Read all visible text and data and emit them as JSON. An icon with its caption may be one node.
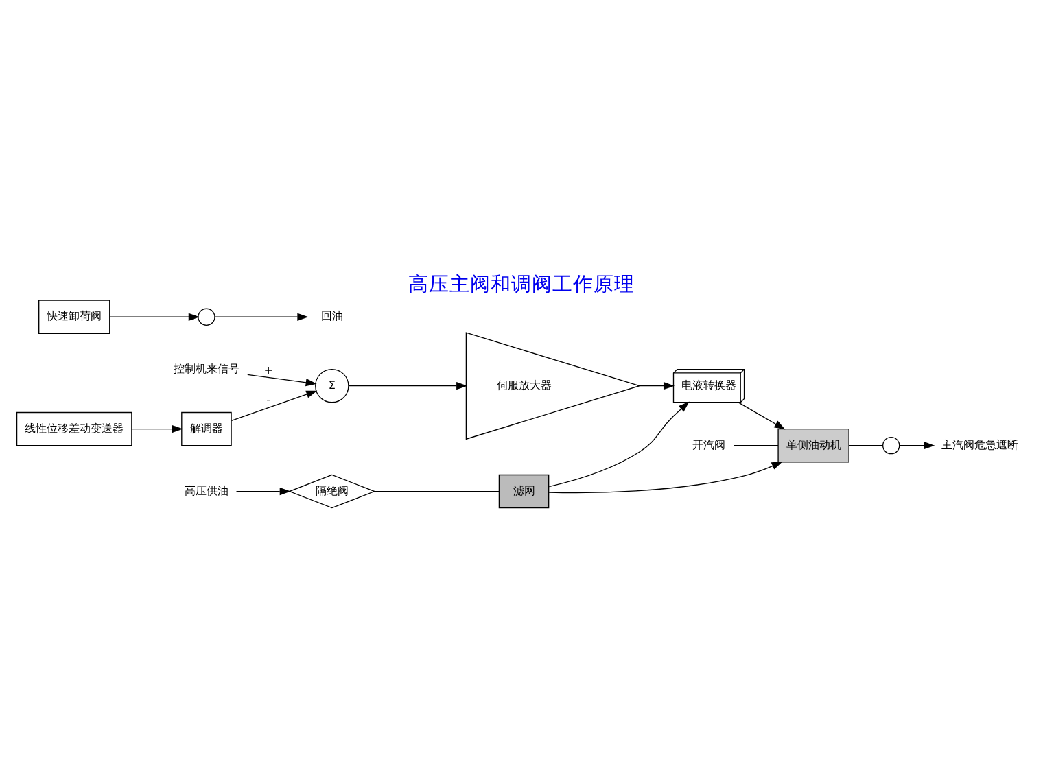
{
  "diagram": {
    "title": "高压主阀和调阀工作原理",
    "nodes": [
      {
        "text": [
          "控制机来信号"
        ]
      },
      {
        "text": [
          "Σ"
        ]
      },
      {
        "text": [
          "伺服放大器"
        ]
      },
      {
        "text": [
          "解调器"
        ]
      },
      {
        "text": [
          "电液转换器"
        ]
      },
      {
        "text": [
          "快速卸荷阀"
        ]
      },
      {
        "text": [
          "单侧油动机"
        ]
      },
      {
        "text": [
          "开汽阀"
        ]
      },
      {
        "text": [
          "线性位移差动变送器"
        ]
      },
      {
        "text": [
          "高压供油"
        ]
      },
      {
        "text": [
          "隔绝阀"
        ]
      },
      {
        "text": [
          "滤网"
        ]
      },
      {
        "text": [],
        "shape": "circle"
      },
      {
        "text": [],
        "shape": "circle"
      },
      {
        "text": [
          "回油"
        ]
      },
      {
        "text": [
          "主汽阀危急遮断"
        ]
      }
    ],
    "edges": [
      {
        "from": 0,
        "to": 1,
        "arrow": "to",
        "label": "+"
      },
      {
        "from": 3,
        "to": 1,
        "arrow": "to",
        "label": "-"
      },
      {
        "from": 1,
        "to": 2,
        "arrow": "to"
      },
      {
        "from": 2,
        "to": 4,
        "arrow": "to"
      },
      {
        "from": 8,
        "to": 3,
        "arrow": "to"
      },
      {
        "from": 9,
        "to": 10,
        "arrow": "to"
      },
      {
        "from": 10,
        "to": 11,
        "arrow": "none"
      },
      {
        "from": 11,
        "to": 4,
        "arrow": "to"
      },
      {
        "from": 4,
        "to": 6,
        "arrow": "to"
      },
      {
        "from": 11,
        "to": 6,
        "arrow": "to"
      },
      {
        "from": 7,
        "to": 6,
        "arrow": "none"
      },
      {
        "from": 5,
        "to": 12,
        "arrow": "to"
      },
      {
        "from": 12,
        "to": 14,
        "arrow": "to"
      },
      {
        "from": 13,
        "to": 15,
        "arrow": "to"
      },
      {
        "from": 6,
        "to": 13,
        "arrow": "none"
      }
    ]
  }
}
